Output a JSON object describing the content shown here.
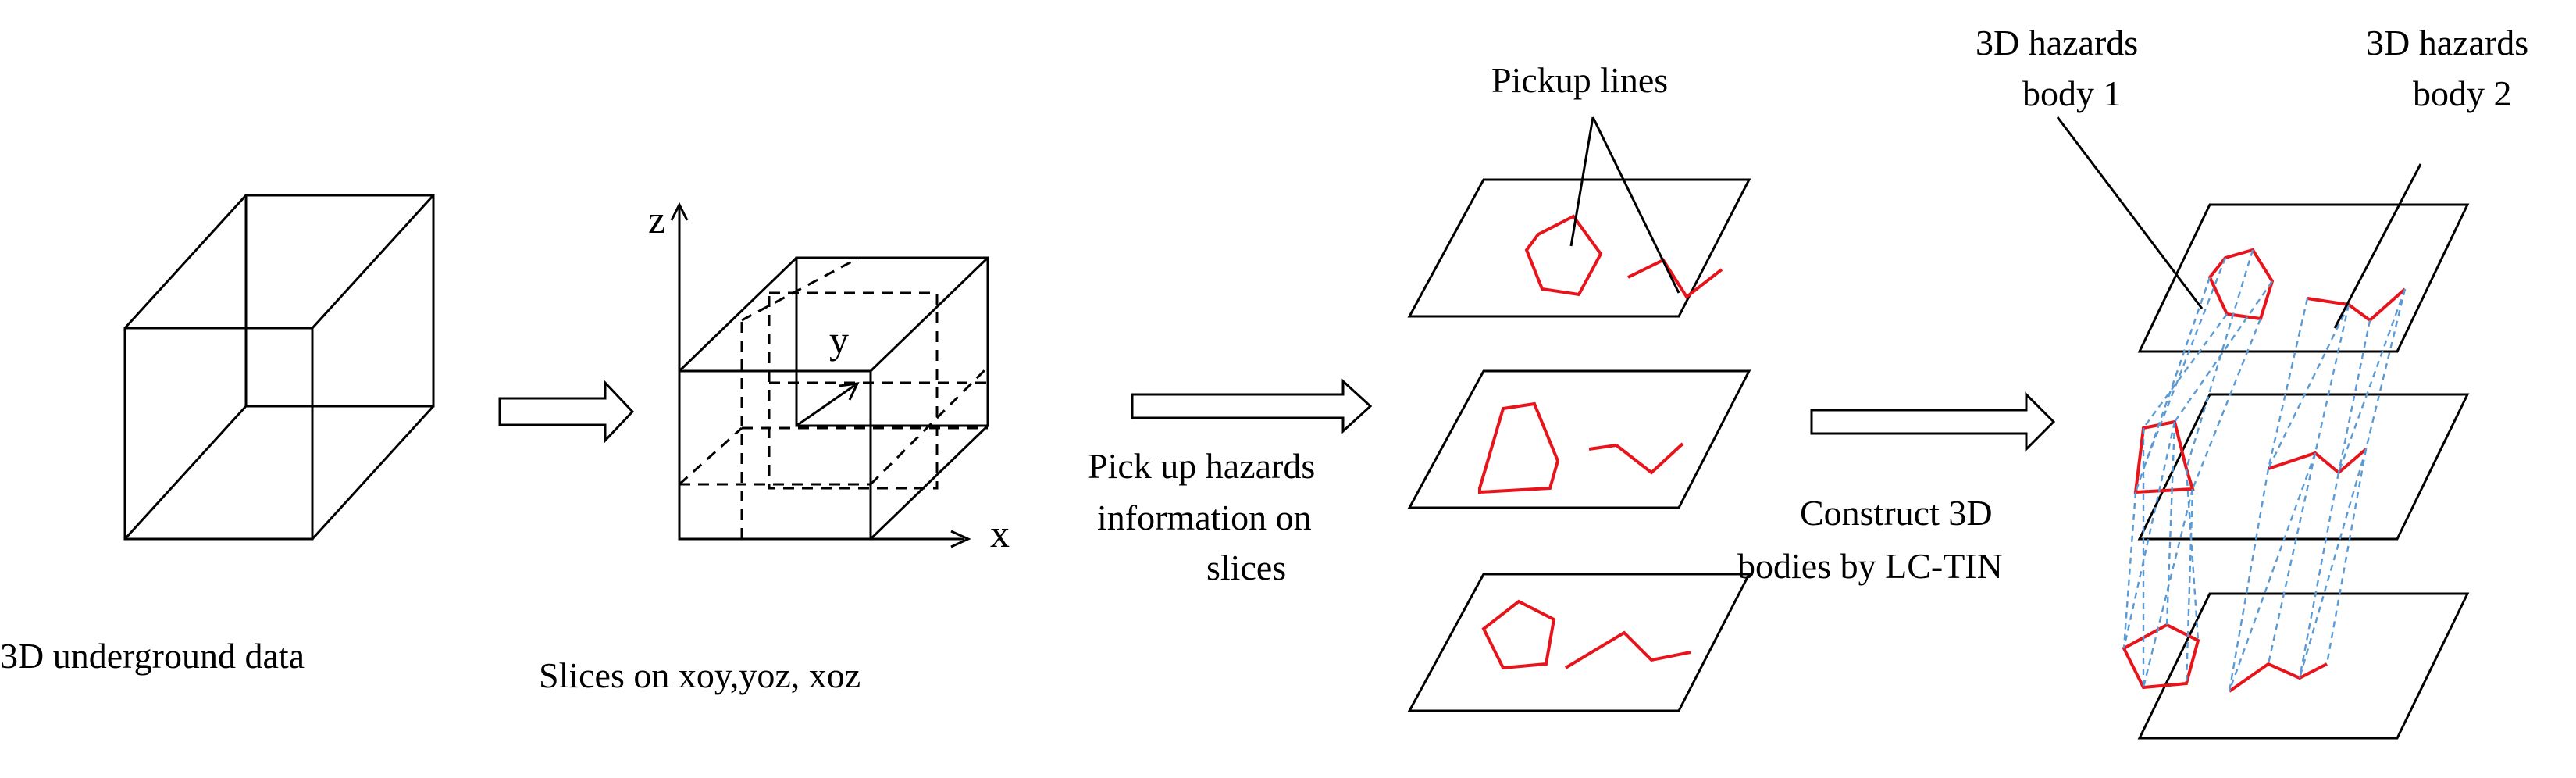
{
  "labels": {
    "underground": "3D underground data",
    "slices": "Slices on xoy,yoz, xoz",
    "pickup_1": "Pick up hazards",
    "pickup_2": "information on",
    "pickup_3": "slices",
    "pickup_lines": "Pickup lines",
    "construct_1": "Construct 3D",
    "construct_2": "bodies by LC-TIN",
    "body1_1": "3D hazards",
    "body1_2": "body 1",
    "body2_1": "3D hazards",
    "body2_2": "body 2"
  },
  "axes": {
    "x": "x",
    "y": "y",
    "z": "z"
  },
  "colors": {
    "hazard": "#e8141b",
    "link": "#5b9bd5",
    "line": "#000000"
  }
}
